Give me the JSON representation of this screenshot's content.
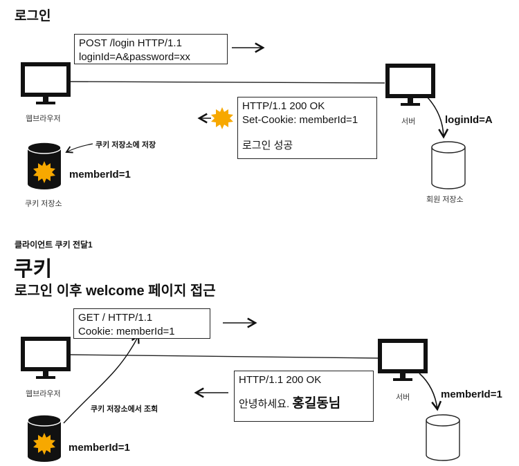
{
  "top": {
    "title": "로그인",
    "request": {
      "line1": "POST /login HTTP/1.1",
      "line2": "loginId=A&password=xx"
    },
    "response": {
      "line1": "HTTP/1.1 200 OK",
      "line2": "Set-Cookie: memberId=1",
      "line3": "로그인 성공"
    },
    "browser_label": "웹브라우저",
    "server_label": "서버",
    "server_value": "loginId=A",
    "member_store_label": "회원 저장소",
    "cookie_store_label": "쿠키 저장소",
    "cookie_store_action": "쿠키 저장소에 저장",
    "cookie_value": "memberId=1"
  },
  "bottom": {
    "subtitle_small": "클라이언트 쿠키 전달1",
    "title": "쿠키",
    "subtitle": "로그인 이후 welcome 페이지 접근",
    "request": {
      "line1": "GET / HTTP/1.1",
      "line2": "Cookie: memberId=1"
    },
    "response": {
      "line1": "HTTP/1.1 200 OK",
      "line2_prefix": "안녕하세요. ",
      "line2_name": "홍길동님"
    },
    "browser_label": "웹브라우저",
    "server_label": "서버",
    "server_value": "memberId=1",
    "cookie_store_action": "쿠키 저장소에서 조회",
    "cookie_value": "memberId=1"
  },
  "colors": {
    "cookie": "#f7a800",
    "line": "#111111",
    "db_fill": "#111111"
  },
  "icons": [
    "monitor-icon",
    "database-icon",
    "cookie-icon",
    "arrow-right-icon",
    "arrow-left-icon"
  ]
}
